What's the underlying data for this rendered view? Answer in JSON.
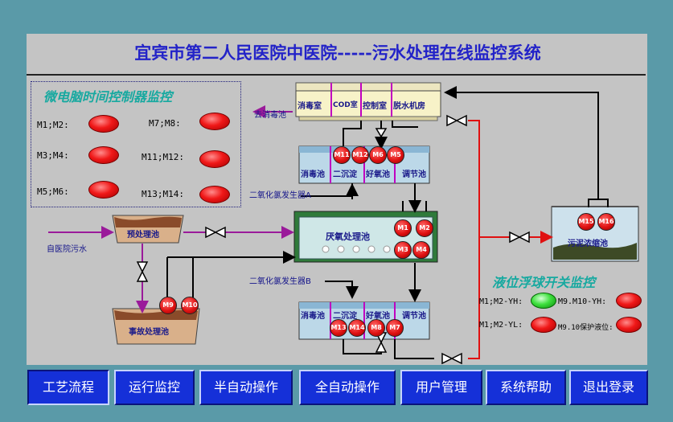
{
  "title": "宜宾市第二人民医院中医院-----污水处理在线监控系统",
  "microcomputer": {
    "title": "微电脑时间控制器监控",
    "rows": [
      {
        "left_label": "M1;M2:",
        "right_label": "M7;M8:"
      },
      {
        "left_label": "M3;M4:",
        "right_label": "M11;M12:"
      },
      {
        "left_label": "M5;M6:",
        "right_label": "M13;M14:"
      }
    ]
  },
  "rooms": {
    "disinfect_room": "消毒室",
    "cod_room": "COD室",
    "control_room": "控制室",
    "dewater_room": "脱水机房"
  },
  "labels": {
    "to_disinfect": "去消毒池",
    "chlorine_a": "二氧化氯发生器A",
    "chlorine_b": "二氧化氯发生器B",
    "hospital_sewage": "自医院污水",
    "pretreat_tank": "预处理池",
    "accident_tank": "事故处理池",
    "anaerobic_tank": "厌氧处理池",
    "sludge_tank": "污泥浓缩池"
  },
  "upper_line": {
    "disinfect": "消毒池",
    "clarifier": "二沉淀",
    "aerobic": "好氧池",
    "regulate": "调节池"
  },
  "lower_line": {
    "disinfect": "消毒池",
    "clarifier": "二沉淀",
    "aerobic": "好氧池",
    "regulate": "调节池"
  },
  "motors": {
    "upper": [
      "M11",
      "M12",
      "M6",
      "M5"
    ],
    "lower": [
      "M13",
      "M14",
      "M8",
      "M7"
    ],
    "anaerobic": [
      "M1",
      "M2",
      "M3",
      "M4"
    ],
    "accident": [
      "M9",
      "M10"
    ],
    "sludge": [
      "M15",
      "M16"
    ]
  },
  "level": {
    "title": "液位浮球开关监控",
    "row1_left": "M1;M2-YH:",
    "row1_right": "M9.M10-YH:",
    "row2_left": "M1;M2-YL:",
    "row2_right": "M9.10保护液位:"
  },
  "nav": [
    "工艺流程",
    "运行监控",
    "半自动操作",
    "全自动操作",
    "用户管理",
    "系统帮助",
    "退出登录"
  ],
  "colors": {
    "title": "#2323c8",
    "section": "#17a9a0",
    "nav": "#1530d8",
    "flow": "#9a1a9a",
    "red_pipe": "#e01010"
  }
}
